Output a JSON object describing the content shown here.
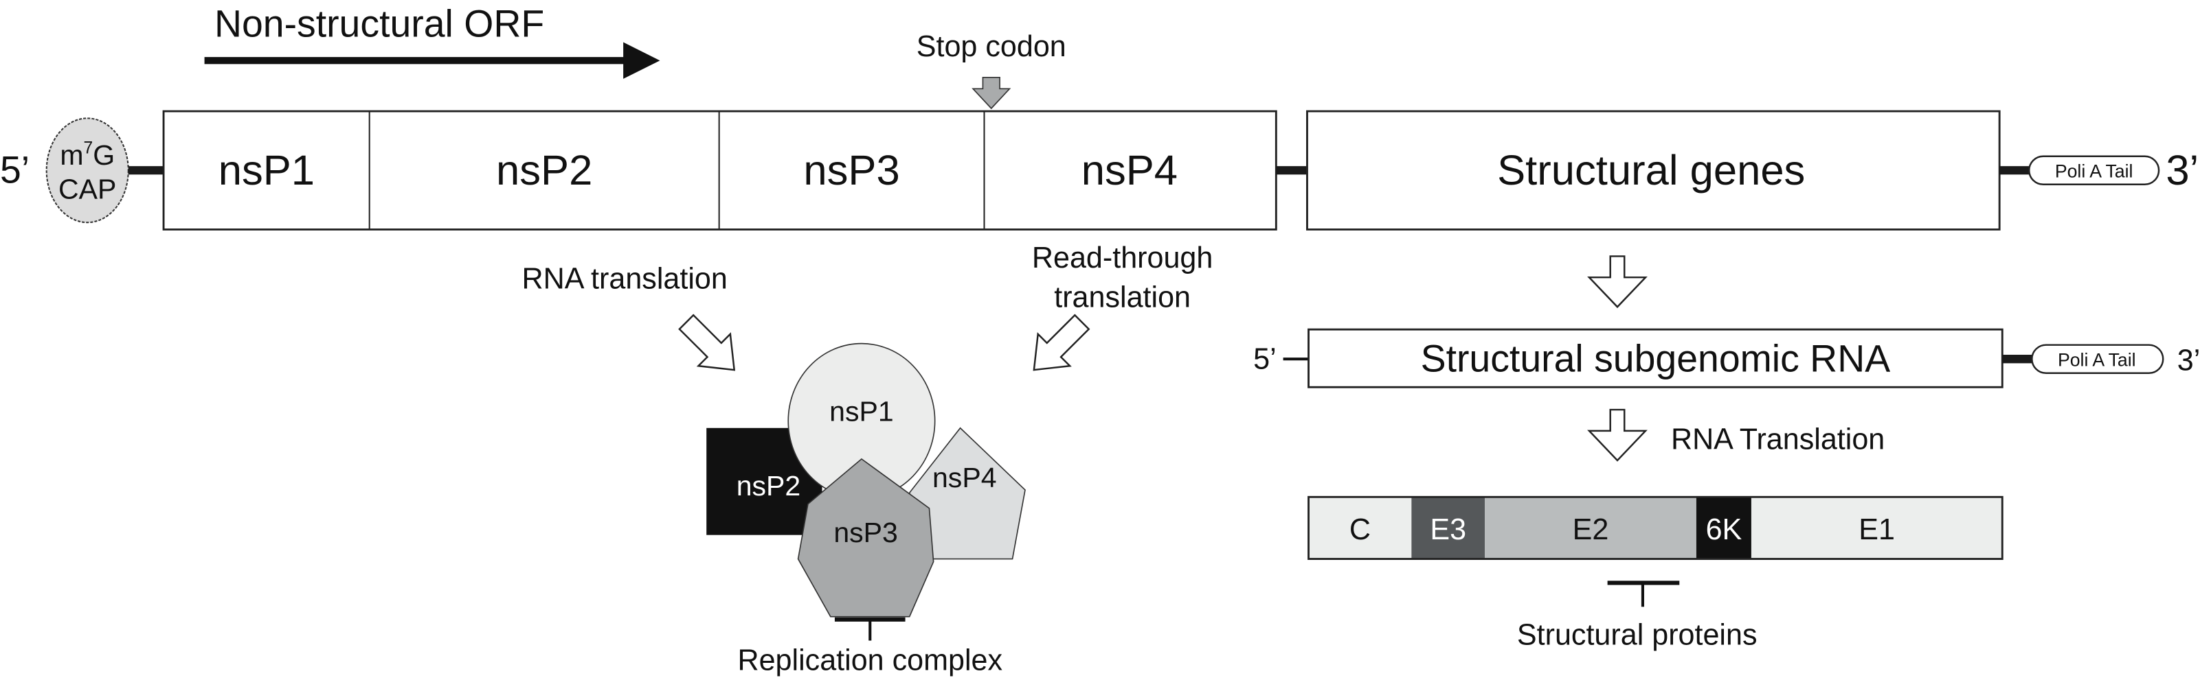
{
  "figure": {
    "orf_label": "Non-structural ORF",
    "stop_codon_label": "Stop codon",
    "genome": {
      "five_prime": "5’",
      "cap_line1": "m",
      "cap_sup": "7",
      "cap_line1_end": "G",
      "cap_line2": "CAP",
      "segments": [
        "nsP1",
        "nsP2",
        "nsP3",
        "nsP4"
      ],
      "structural_label": "Structural genes",
      "poly_a": "Poli A Tail",
      "three_prime": "3’"
    },
    "rna_translation_label": "RNA translation",
    "read_through_line1": "Read-through",
    "read_through_line2": "translation",
    "replication_complex": {
      "proteins": [
        "nsP1",
        "nsP2",
        "nsP3",
        "nsP4"
      ],
      "label": "Replication complex"
    },
    "subgenomic": {
      "five_prime": "5’",
      "label": "Structural subgenomic RNA",
      "poly_a": "Poli A Tail",
      "three_prime": "3’"
    },
    "rna_translation2_label": "RNA Translation",
    "structural_proteins": {
      "segments": [
        {
          "label": "C",
          "color": "#eceeed",
          "text_color": "#111111"
        },
        {
          "label": "E3",
          "color": "#55585a",
          "text_color": "#ffffff"
        },
        {
          "label": "E2",
          "color": "#b9bcbd",
          "text_color": "#111111"
        },
        {
          "label": "6K",
          "color": "#111111",
          "text_color": "#ffffff"
        },
        {
          "label": "E1",
          "color": "#eceeed",
          "text_color": "#111111"
        }
      ],
      "label": "Structural proteins"
    },
    "colors": {
      "cap_fill": "#dcdcdc",
      "stop_arrow": "#a9abac",
      "nsp1": "#ecedec",
      "nsp2": "#111111",
      "nsp3": "#a7a9aa",
      "nsp4": "#dcdedf"
    }
  }
}
